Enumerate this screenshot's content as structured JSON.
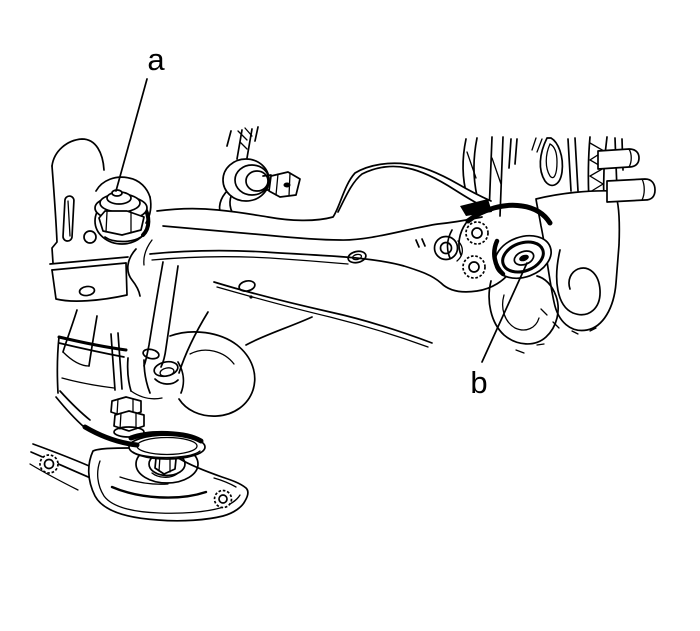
{
  "figure": {
    "type": "technical-line-illustration",
    "background_color": "#ffffff",
    "line_color": "#000000",
    "description": "Service-manual style line drawing of a front lower control arm assembly between the subframe and the steering knuckle",
    "callouts": [
      {
        "label": "a",
        "points_to": "control-arm ball joint and nut at front bracket"
      },
      {
        "label": "b",
        "points_to": "control-arm rear bushing at steering knuckle"
      }
    ]
  }
}
